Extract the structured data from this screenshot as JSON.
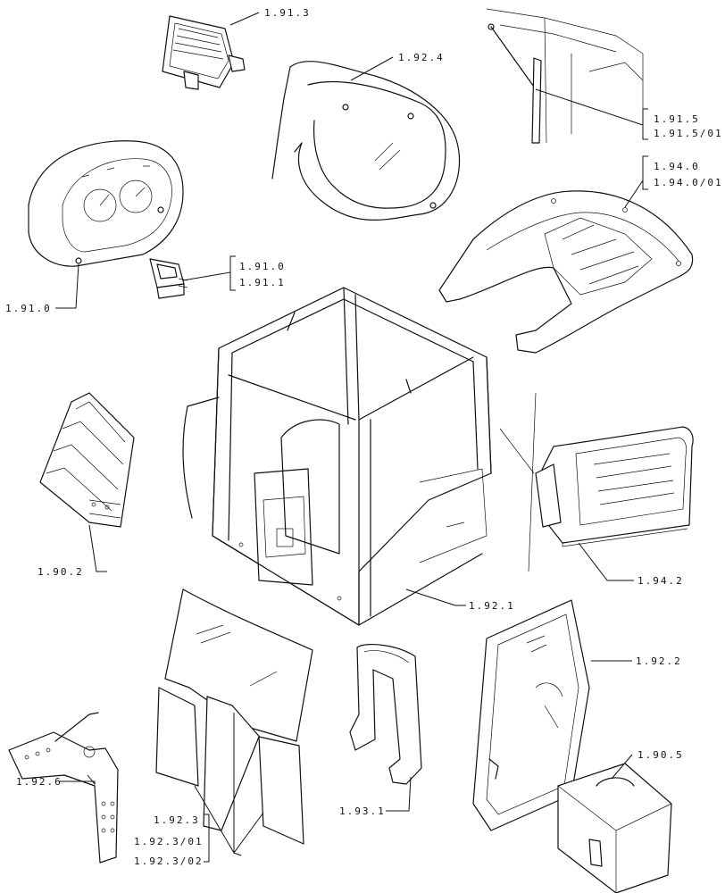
{
  "labels": {
    "l_1_91_3": "1.91.3",
    "l_1_92_4": "1.92.4",
    "l_1_91_5": "1.91.5",
    "l_1_91_5_01": "1.91.5/01",
    "l_1_94_0": "1.94.0",
    "l_1_94_0_01": "1.94.0/01",
    "l_1_91_0_a": "1.91.0",
    "l_1_91_1": "1.91.1",
    "l_1_91_0_b": "1.91.0",
    "l_1_94_2": "1.94.2",
    "l_1_90_2": "1.90.2",
    "l_1_92_1": "1.92.1",
    "l_1_92_2": "1.92.2",
    "l_1_90_5": "1.90.5",
    "l_1_92_6": "1.92.6",
    "l_1_93_1": "1.93.1",
    "l_1_92_3": "1.92.3",
    "l_1_92_3_01": "1.92.3/01",
    "l_1_92_3_02": "1.92.3/02"
  }
}
